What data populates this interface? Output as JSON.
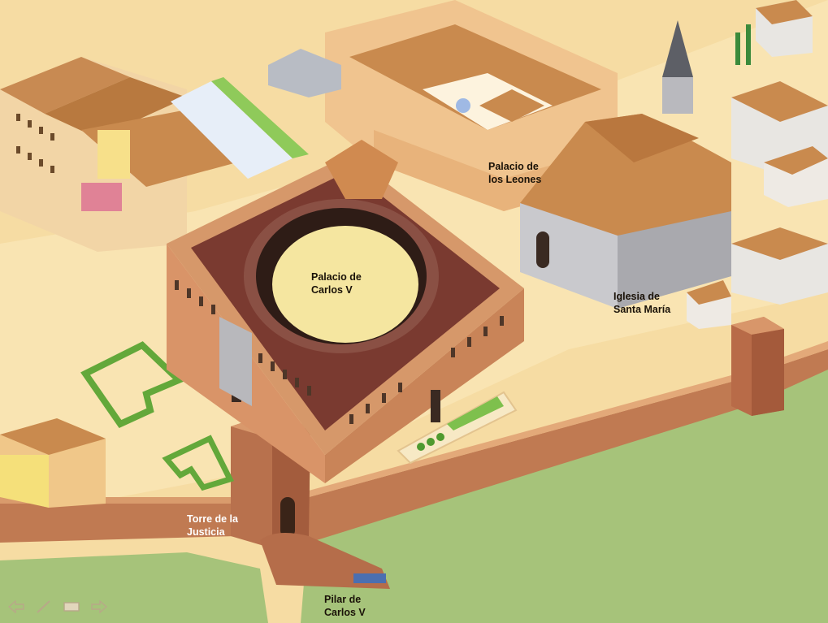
{
  "map": {
    "labels": {
      "palacio_leones": [
        "Palacio de",
        "los Leones"
      ],
      "carlos_v": [
        "Palacio de",
        "Carlos V"
      ],
      "santa_maria": [
        "Iglesia de",
        "Santa María"
      ],
      "torre_justicia": [
        "Torre de la",
        "Justicia"
      ],
      "pilar": [
        "Pilar de",
        "Carlos V"
      ]
    },
    "colors": {
      "ground": "#f6dca3",
      "lawn": "#a8c47a",
      "roof": "#c98a4e",
      "wall": "#b96f50",
      "courtyard": "#fcef9c"
    }
  },
  "nav": {
    "icons": [
      "arrow-left-icon",
      "pen-icon",
      "screen-icon",
      "arrow-right-icon"
    ]
  }
}
